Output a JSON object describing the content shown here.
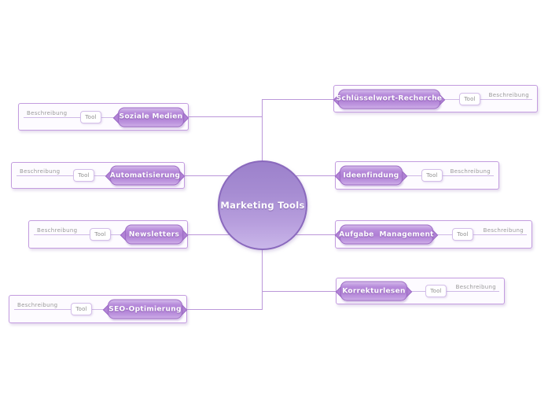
{
  "app": {
    "type": "mindmap",
    "background": "#ffffff"
  },
  "colors": {
    "topic_fill": "#af7fd4",
    "topic_border": "#9d6cc5",
    "topic_text": "#ffffff",
    "container_border": "#c39cdf",
    "container_fill": "#fdfbff",
    "connector_line": "#bb97d9",
    "inner_line": "#cfb9e6",
    "center_fill_top": "#9c81cb",
    "center_fill_bottom": "#c9b6e9",
    "center_border": "#8a69bd",
    "label_gray": "#9a9a9a"
  },
  "center": {
    "label": "Marketing Tools"
  },
  "branches": {
    "left": [
      {
        "topic": "Soziale Medien",
        "tool": "Tool",
        "description": "Beschreibung"
      },
      {
        "topic": "Automatisierung",
        "tool": "Tool",
        "description": "Beschreibung"
      },
      {
        "topic": "Newsletters",
        "tool": "Tool",
        "description": "Beschreibung"
      },
      {
        "topic": "SEO-Optimierung",
        "tool": "Tool",
        "description": "Beschreibung"
      }
    ],
    "right": [
      {
        "topic": "Schlüsselwort-Recherche",
        "tool": "Tool",
        "description": "Beschreibung"
      },
      {
        "topic": "Ideenfindung",
        "tool": "Tool",
        "description": "Beschreibung"
      },
      {
        "topic": "Aufgabe  Management",
        "tool": "Tool",
        "description": "Beschreibung"
      },
      {
        "topic": "Korrekturlesen",
        "tool": "Tool",
        "description": "Beschreibung"
      }
    ]
  }
}
